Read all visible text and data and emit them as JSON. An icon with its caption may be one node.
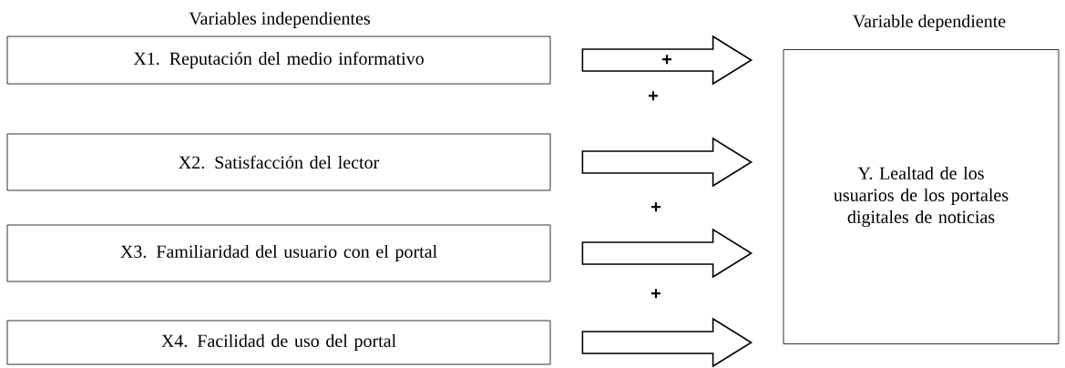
{
  "diagram": {
    "nodes": [
      {
        "text": [
          "X1. Reputación del medio informativo"
        ]
      },
      {
        "text": [
          "X2. Satisfacción del lector"
        ]
      },
      {
        "text": [
          "X3. Familiaridad del usuario con el portal"
        ]
      },
      {
        "text": [
          "X4. Facilidad de uso del portal"
        ]
      },
      {
        "text": [
          "Y. Lealtad de los usuarios de los portales digitales de noticias"
        ]
      }
    ],
    "edges": [
      {
        "from": 0,
        "to": 4,
        "arrow": "to",
        "label": "+"
      },
      {
        "from": 1,
        "to": 4,
        "arrow": "to"
      },
      {
        "from": 2,
        "to": 4,
        "arrow": "to"
      },
      {
        "from": 3,
        "to": 4,
        "arrow": "to"
      }
    ],
    "labels": [
      "Variables independientes",
      "Variable dependiente",
      "+",
      "+",
      "+"
    ]
  }
}
